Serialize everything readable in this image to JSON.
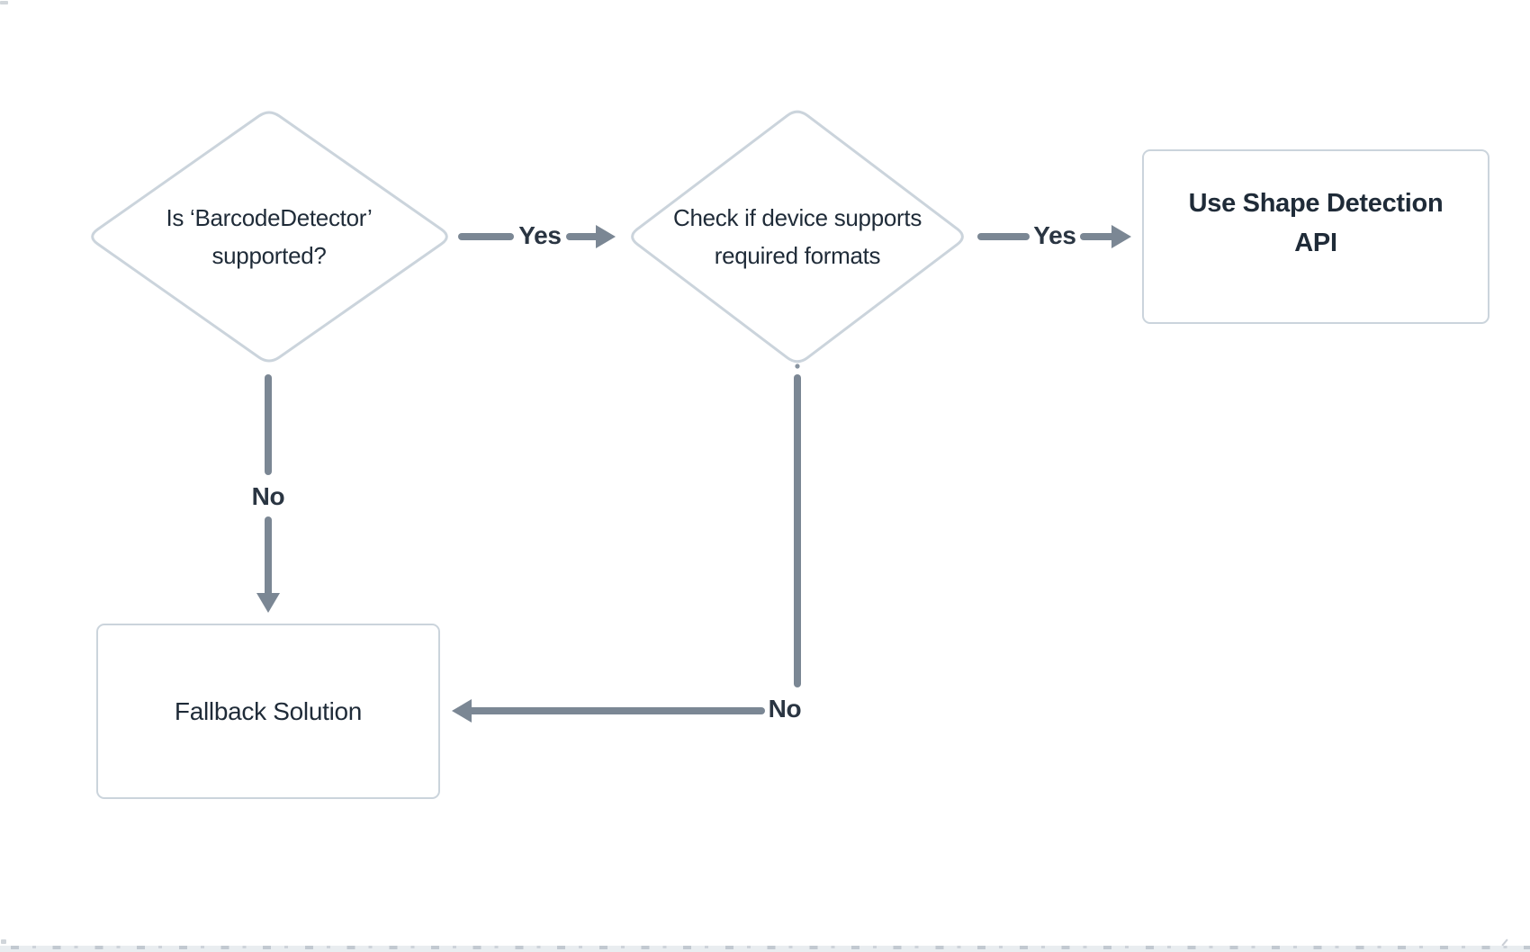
{
  "palette": {
    "bg": "#ffffff",
    "border": "#cbd4dc",
    "arrow": "#7b8794",
    "text": "#1f2b38"
  },
  "diagram": {
    "type": "flowchart",
    "decision1": {
      "line1": "Is ‘BarcodeDetector’",
      "line2": "supported?"
    },
    "decision2": {
      "line1": "Check if device supports",
      "line2": "required formats"
    },
    "process_use_api": {
      "label": "Use Shape Detection API"
    },
    "process_fallback": {
      "label": "Fallback Solution"
    },
    "edges": {
      "yes1": {
        "label": "Yes"
      },
      "yes2": {
        "label": "Yes"
      },
      "no1": {
        "label": "No"
      },
      "no2": {
        "label": "No"
      }
    }
  }
}
